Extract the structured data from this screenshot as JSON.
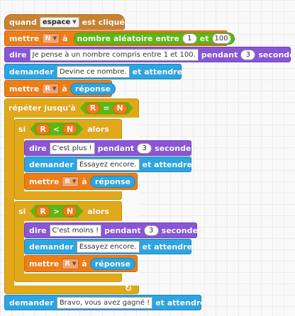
{
  "hat": {
    "text": "quand",
    "key": "espace",
    "suffix": "est cliqué"
  },
  "set_random": {
    "verb": "mettre",
    "var": "N",
    "to": "à",
    "fn": "nombre aléatoire entre",
    "min": "1",
    "and": "et",
    "max": "100"
  },
  "say_intro": {
    "verb": "dire",
    "message": "Je pense à un nombre compris entre 1 et 100.",
    "during": "pendant",
    "secs": "3",
    "unit": "secondes"
  },
  "ask_guess": {
    "verb": "demander",
    "message": "Devine ce nombre.",
    "wait": "et attendre"
  },
  "set_answer": {
    "verb": "mettre",
    "var": "R",
    "to": "à",
    "value": "réponse"
  },
  "repeat": {
    "label": "répéter jusqu'à",
    "left": "R",
    "op": "=",
    "right": "N"
  },
  "if_less": {
    "si": "si",
    "left": "R",
    "op": "<",
    "right": "N",
    "alors": "alors",
    "say": {
      "verb": "dire",
      "message": "C'est plus !",
      "during": "pendant",
      "secs": "3",
      "unit": "secondes"
    },
    "ask": {
      "verb": "demander",
      "message": "Essayez encore.",
      "wait": "et attendre"
    },
    "set": {
      "verb": "mettre",
      "var": "R",
      "to": "à",
      "value": "réponse"
    }
  },
  "if_greater": {
    "si": "si",
    "left": "R",
    "op": ">",
    "right": "N",
    "alors": "alors",
    "say": {
      "verb": "dire",
      "message": "C'est moins !",
      "during": "pendant",
      "secs": "3",
      "unit": "secondes"
    },
    "ask": {
      "verb": "demander",
      "message": "Essayez encore.",
      "wait": "et attendre"
    },
    "set": {
      "verb": "mettre",
      "var": "R",
      "to": "à",
      "value": "réponse"
    }
  },
  "ask_final": {
    "verb": "demander",
    "message": "Bravo, vous avez gagné !",
    "wait": "et attendre"
  },
  "colors": {
    "events": "#c88330",
    "variables": "#ee7d16",
    "looks": "#8a55d7",
    "sensing": "#2ca5e2",
    "control": "#e1a91a",
    "operators": "#5cb712"
  }
}
